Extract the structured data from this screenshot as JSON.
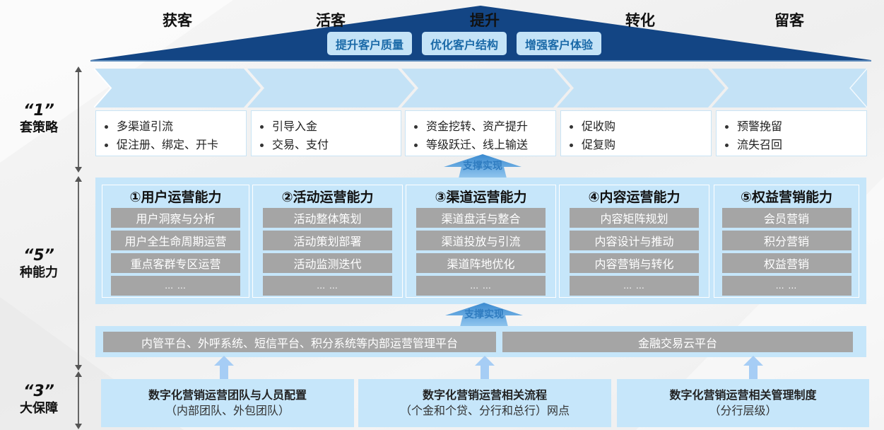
{
  "colors": {
    "roof": "#134584",
    "goal_bg": "#c4e3f7",
    "goal_text": "#1b6aa8",
    "panel_bg": "#c6e6fa",
    "item_gray": "#a5a5a5",
    "arrow_blue": "#5aa3df"
  },
  "goals": [
    "提升客户质量",
    "优化客户结构",
    "增强客户体验"
  ],
  "side_labels": {
    "strategy": {
      "num": "“1”",
      "text": "套策略"
    },
    "capability": {
      "num": "“5”",
      "text": "种能力"
    },
    "guarantee": {
      "num": "“3”",
      "text": "大保障"
    }
  },
  "stages": [
    {
      "title": "获客",
      "bullets": [
        "多渠道引流",
        "促注册、绑定、开卡"
      ]
    },
    {
      "title": "活客",
      "bullets": [
        "引导入金",
        "交易、支付"
      ]
    },
    {
      "title": "提升",
      "bullets": [
        "资金挖转、资产提升",
        "等级跃迁、线上输送"
      ]
    },
    {
      "title": "转化",
      "bullets": [
        "促收购",
        "促复购"
      ]
    },
    {
      "title": "留客",
      "bullets": [
        "预警挽留",
        "流失召回"
      ]
    }
  ],
  "support_label": "支撑实现",
  "capabilities": [
    {
      "title": "①用户运营能力",
      "items": [
        "用户洞察与分析",
        "用户全生命周期运营",
        "重点客群专区运营",
        "… …"
      ]
    },
    {
      "title": "②活动运营能力",
      "items": [
        "活动整体策划",
        "活动策划部署",
        "活动监测迭代",
        "… …"
      ]
    },
    {
      "title": "③渠道运营能力",
      "items": [
        "渠道盘活与整合",
        "渠道投放与引流",
        "渠道阵地优化",
        "… …"
      ]
    },
    {
      "title": "④内容运营能力",
      "items": [
        "内容矩阵规划",
        "内容设计与推动",
        "内容营销与转化",
        "… …"
      ]
    },
    {
      "title": "⑤权益营销能力",
      "items": [
        "会员营销",
        "积分营销",
        "权益营销",
        "… …"
      ]
    }
  ],
  "platforms": [
    "内管平台、外呼系统、短信平台、积分系统等内部运营管理平台",
    "金融交易云平台"
  ],
  "guarantees": [
    {
      "title": "数字化营销运营团队与人员配置",
      "sub": "（内部团队、外包团队）"
    },
    {
      "title": "数字化营销运营相关流程",
      "sub": "（个金和个贷、分行和总行）网点"
    },
    {
      "title": "数字化营销运营相关管理制度",
      "sub": "（分行层级）"
    }
  ]
}
